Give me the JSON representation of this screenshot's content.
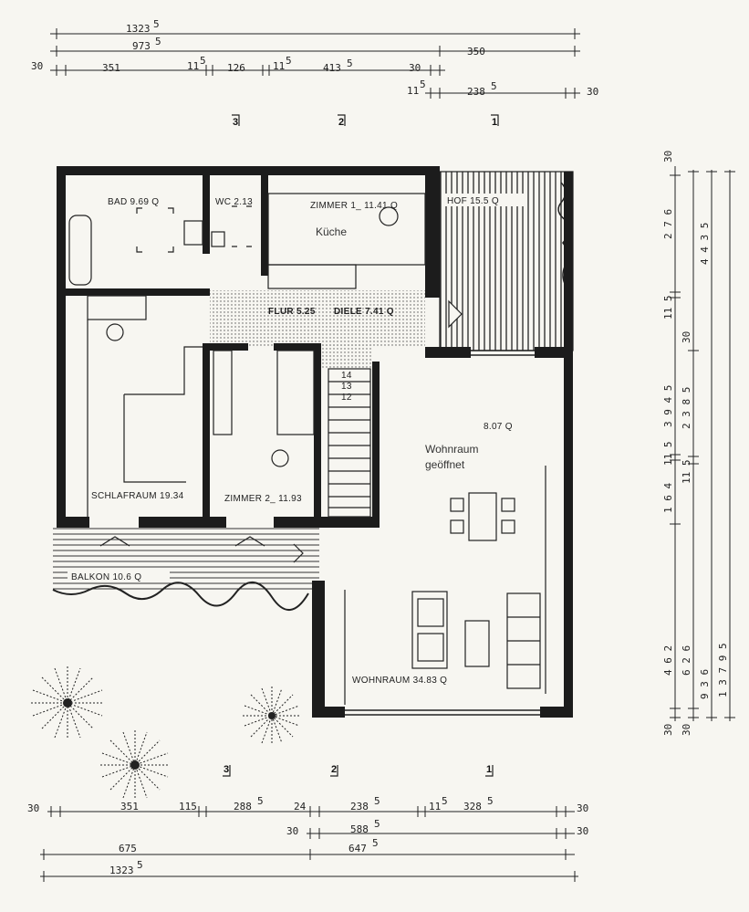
{
  "dimensions": {
    "top": {
      "row1_total": "1323",
      "row1_total_sup": "5",
      "row2_left": "973",
      "row2_left_sup": "5",
      "row2_right": "350",
      "row3_30a": "30",
      "row3_351": "351",
      "row3_115a": "11",
      "row3_115a_sup": "5",
      "row3_126": "126",
      "row3_115b": "11",
      "row3_115b_sup": "5",
      "row3_4135": "413",
      "row3_4135_sup": "5",
      "row3_30b": "30",
      "row4_115": "11",
      "row4_115_sup": "5",
      "row4_2385": "238",
      "row4_2385_sup": "5",
      "row4_30": "30"
    },
    "bottom": {
      "row1_30a": "30",
      "row1_351": "351",
      "row1_115a": "115",
      "row1_2885": "288",
      "row1_2885_sup": "5",
      "row1_24": "24",
      "row1_2385": "238",
      "row1_2385_sup": "5",
      "row1_115b": "11",
      "row1_115b_sup": "5",
      "row1_3285": "328",
      "row1_3285_sup": "5",
      "row1_30b": "30",
      "row2_30": "30",
      "row2_5885": "588",
      "row2_5885_sup": "5",
      "row2_30b": "30",
      "row3_675": "675",
      "row3_6475": "647",
      "row3_6475_sup": "5",
      "row4_total": "1323",
      "row4_total_sup": "5"
    },
    "right": {
      "c1_30": "30",
      "c1_276": "2 7 6",
      "c1_115": "11 5",
      "c1_3945": "3 9 4 5",
      "c1_115b": "11 5",
      "c1_164": "1 6 4",
      "c1_462": "4 6 2",
      "c1_30b": "30",
      "c2_4435": "4 4 3 5",
      "c2_30": "30",
      "c2_2385": "2 3 8 5",
      "c2_115": "11 5",
      "c2_626": "6 2 6",
      "c2_30b": "30",
      "c3_936": "9 3 6",
      "c4_13795": "1 3 7 9 5"
    }
  },
  "section_marks": {
    "top": [
      "3",
      "2",
      "1"
    ],
    "bottom": [
      "3",
      "2",
      "1"
    ]
  },
  "rooms": {
    "bad": "BAD 9.69 Q",
    "wc": "WC 2.13",
    "zimmer1": "ZIMMER 1_ 11.41 Q",
    "kueche": "Küche",
    "hof": "HOF 15.5 Q",
    "flur": "FLUR 5.25",
    "diele": "DIELE 7.41 Q",
    "stair_14": "14",
    "stair_13": "13",
    "stair_12": "12",
    "area_807": "8.07 Q",
    "wohnraum_note_1": "Wohnraum",
    "wohnraum_note_2": "geöffnet",
    "schlafraum": "SCHLAFRAUM 19.34",
    "zimmer2": "ZIMMER 2_ 11.93",
    "balkon": "BALKON 10.6 Q",
    "wohnraum": "WOHNRAUM 34.83 Q"
  },
  "colors": {
    "wall": "#1c1c1c",
    "paper": "#f7f6f1",
    "hatch": "#333333"
  }
}
